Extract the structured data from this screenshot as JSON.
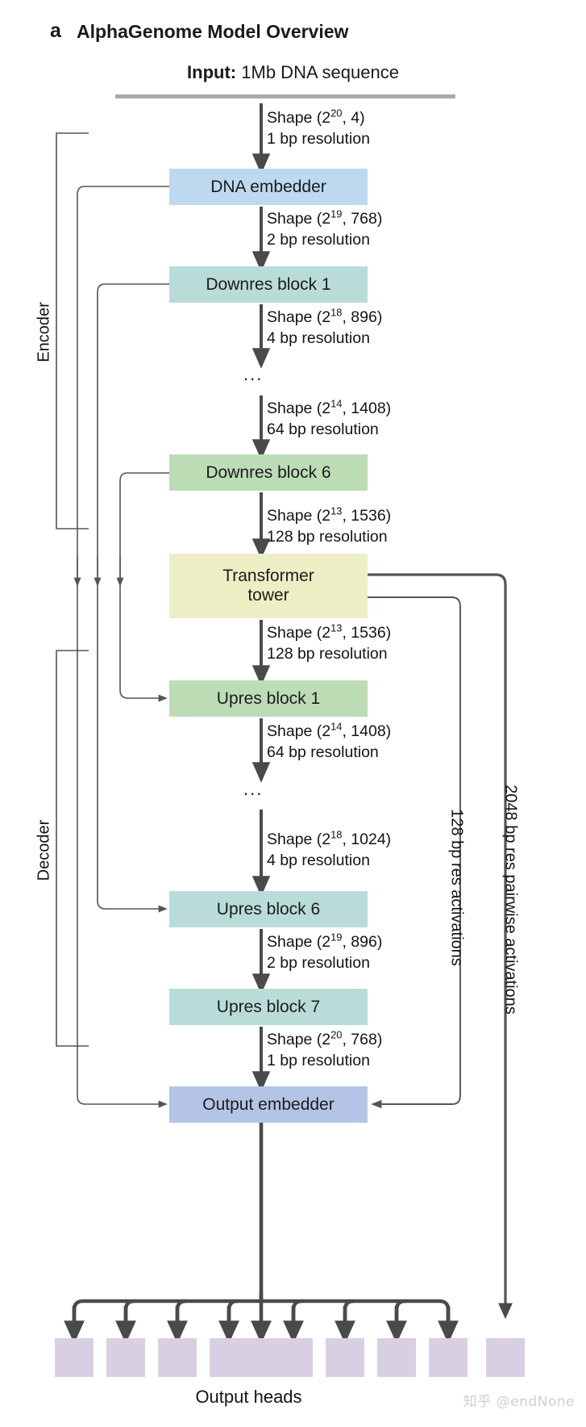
{
  "panel": {
    "letter": "a",
    "title": "AlphaGenome Model Overview",
    "input_prefix": "Input:",
    "input_text": "1Mb DNA sequence"
  },
  "blocks": [
    {
      "id": "dna-embedder",
      "label": "DNA embedder",
      "color": "#bcd9ef"
    },
    {
      "id": "downres-block-1",
      "label": "Downres block 1",
      "color": "#b9dcd8"
    },
    {
      "id": "downres-block-6",
      "label": "Downres block 6",
      "color": "#bcdcb6"
    },
    {
      "id": "transformer-tower",
      "label_line1": "Transformer",
      "label_line2": "tower",
      "color": "#eeeec4"
    },
    {
      "id": "upres-block-1",
      "label": "Upres block 1",
      "color": "#bcdcb6"
    },
    {
      "id": "upres-block-6",
      "label": "Upres block 6",
      "color": "#b9dcd8"
    },
    {
      "id": "upres-block-7",
      "label": "Upres block 7",
      "color": "#b9dcd8"
    },
    {
      "id": "output-embedder",
      "label": "Output embedder",
      "color": "#b4c4e6"
    }
  ],
  "edge_labels": [
    {
      "id": "e1",
      "shape": "Shape (2",
      "exp": "20",
      "dims": ", 4)",
      "resolution": "1 bp resolution"
    },
    {
      "id": "e2",
      "shape": "Shape (2",
      "exp": "19",
      "dims": ", 768)",
      "resolution": "2 bp resolution"
    },
    {
      "id": "e3",
      "shape": "Shape (2",
      "exp": "18",
      "dims": ", 896)",
      "resolution": "4 bp resolution"
    },
    {
      "id": "e4",
      "shape": "Shape (2",
      "exp": "14",
      "dims": ", 1408)",
      "resolution": "64 bp resolution"
    },
    {
      "id": "e5",
      "shape": "Shape (2",
      "exp": "13",
      "dims": ", 1536)",
      "resolution": "128 bp resolution"
    },
    {
      "id": "e6",
      "shape": "Shape (2",
      "exp": "13",
      "dims": ", 1536)",
      "resolution": "128 bp resolution"
    },
    {
      "id": "e7",
      "shape": "Shape (2",
      "exp": "14",
      "dims": ", 1408)",
      "resolution": "64 bp resolution"
    },
    {
      "id": "e8",
      "shape": "Shape (2",
      "exp": "18",
      "dims": ", 1024)",
      "resolution": "4 bp resolution"
    },
    {
      "id": "e9",
      "shape": "Shape (2",
      "exp": "19",
      "dims": ", 896)",
      "resolution": "2 bp resolution"
    },
    {
      "id": "e10",
      "shape": "Shape (2",
      "exp": "20",
      "dims": ", 768)",
      "resolution": "1 bp resolution"
    }
  ],
  "ellipsis": {
    "encoder": "...",
    "decoder": "..."
  },
  "side_labels": {
    "encoder": "Encoder",
    "decoder": "Decoder",
    "pairwise": "2048 bp res pairwise activations",
    "activations": "128 bp res activations"
  },
  "output_heads": {
    "label": "Output heads",
    "count": 10,
    "color": "#d9cfe3"
  },
  "watermark": "知乎 @endNone",
  "colors": {
    "arrow": "#4a4a4a",
    "thin_line": "#555555",
    "thick_line": "#555555",
    "input_bar": "#a9a9a9",
    "text": "#141414"
  }
}
